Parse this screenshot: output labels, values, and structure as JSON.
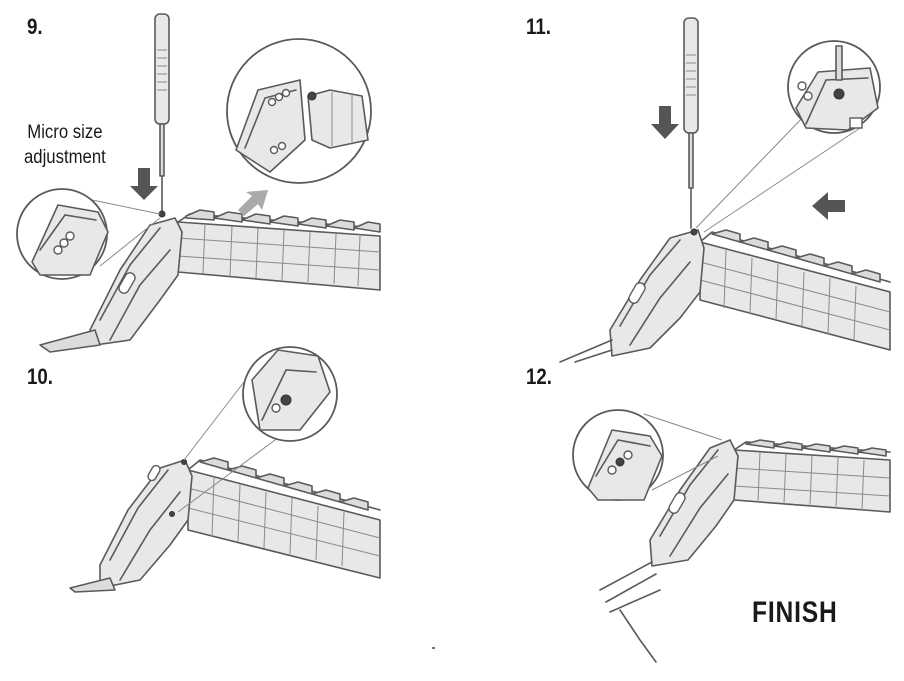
{
  "steps": [
    {
      "number": "9.",
      "caption_line1": "Micro size",
      "caption_line2": "adjustment"
    },
    {
      "number": "10."
    },
    {
      "number": "11."
    },
    {
      "number": "12.",
      "final_label": "FINISH"
    }
  ],
  "colors": {
    "line": "#5a5a5a",
    "metal": "#e8e8e8",
    "arrow_dark": "#555555",
    "arrow_light": "#aaaaaa"
  },
  "icons": [
    "screwdriver-icon",
    "arrow-down-icon",
    "arrow-up-right-icon",
    "arrow-left-icon"
  ]
}
